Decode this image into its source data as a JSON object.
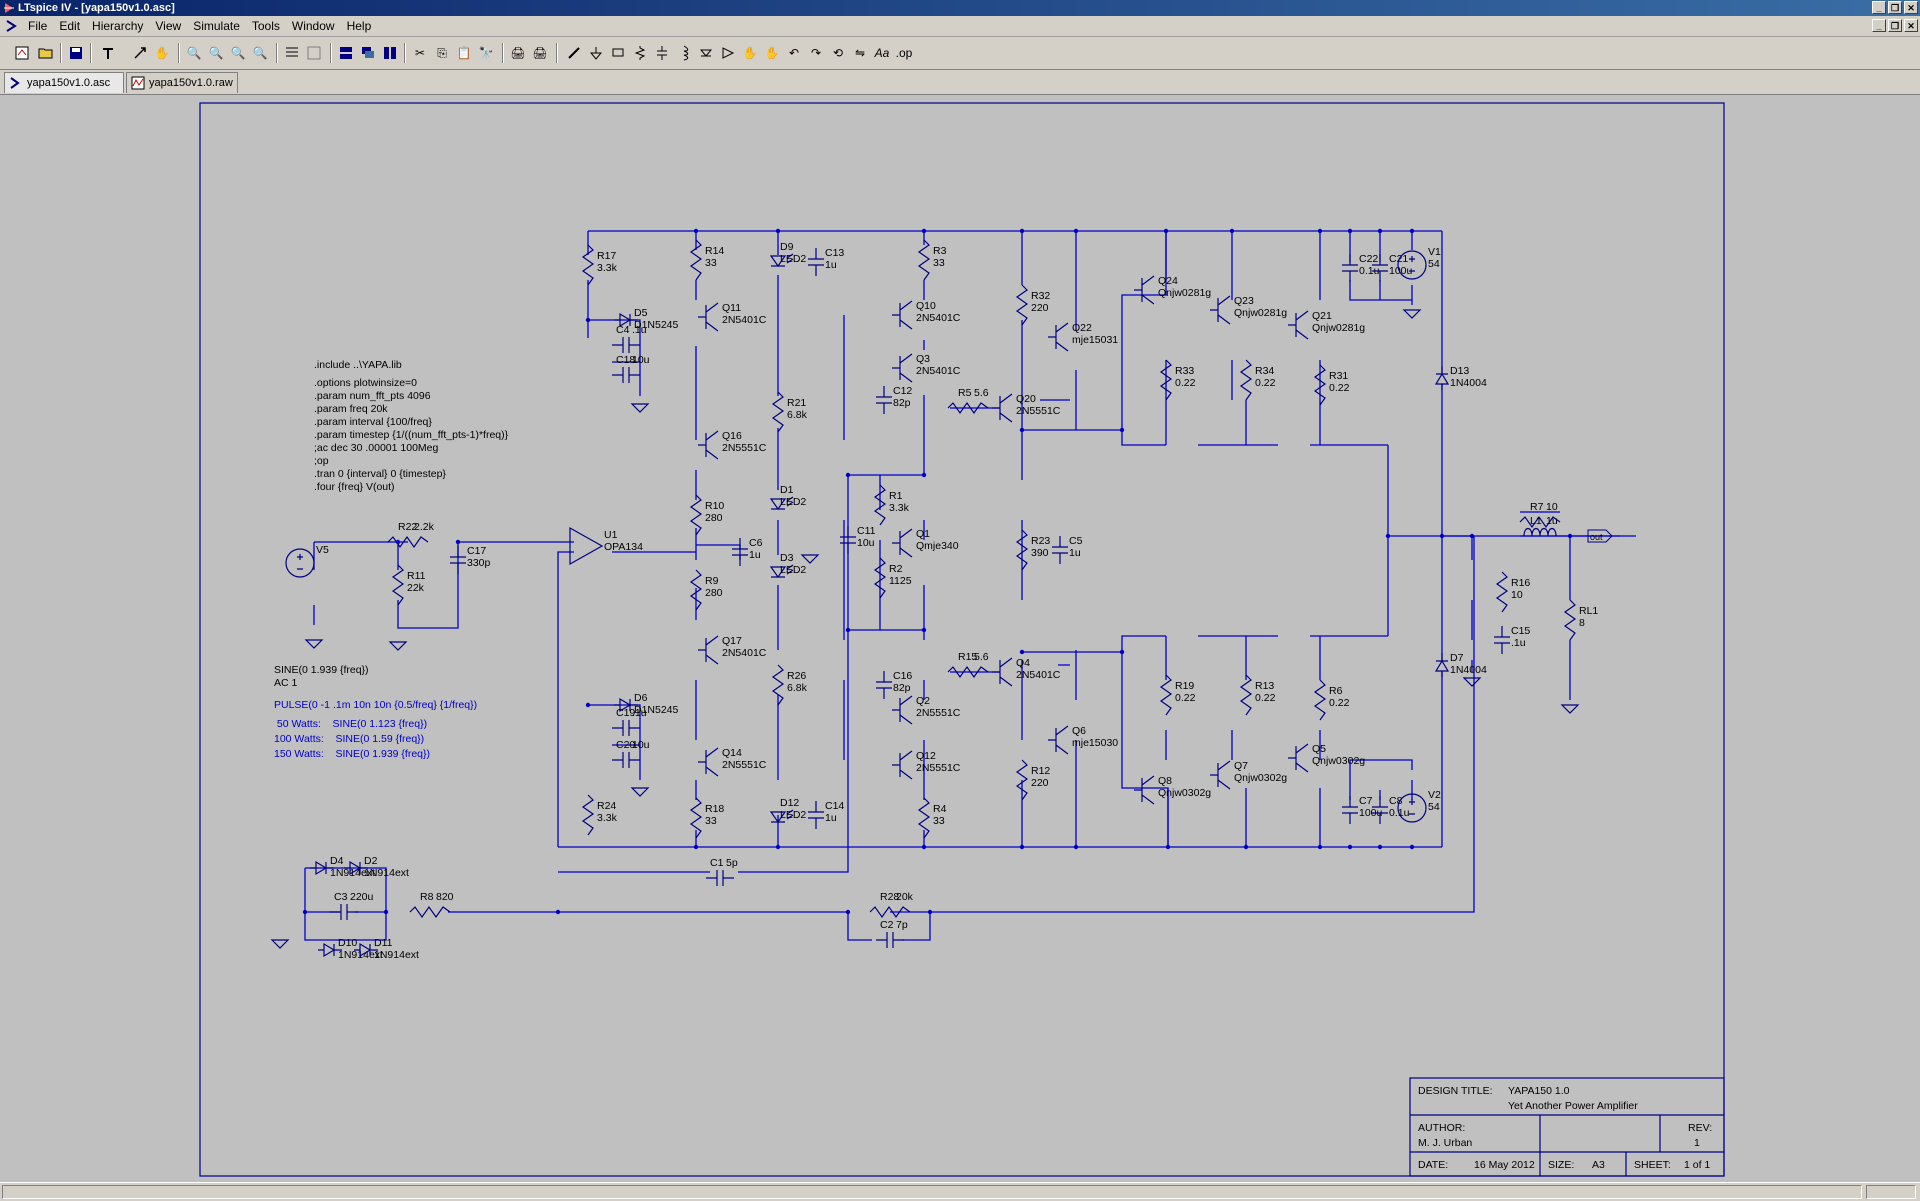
{
  "window": {
    "title": "LTspice IV - [yapa150v1.0.asc]",
    "controls": [
      "_",
      "❐",
      "✕"
    ]
  },
  "menubar": {
    "items": [
      "File",
      "Edit",
      "Hierarchy",
      "View",
      "Simulate",
      "Tools",
      "Window",
      "Help"
    ]
  },
  "tabs": [
    {
      "label": "yapa150v1.0.asc",
      "icon": "schematic-icon",
      "active": true
    },
    {
      "label": "yapa150v1.0.raw",
      "icon": "waveform-icon",
      "active": false
    }
  ],
  "colors": {
    "wire": "#0000c8",
    "component": "#000080",
    "background": "#c0c0c0",
    "frame": "#000080"
  },
  "directives": [
    ".include ..\\YAPA.lib",
    ".options plotwinsize=0",
    ".param num_fft_pts 4096",
    ".param freq 20k",
    ".param interval {100/freq}",
    ".param timestep {1/((num_fft_pts-1)*freq)}",
    ";ac dec 30 .00001 100Meg",
    ";op",
    ".tran 0 {interval} 0 {timestep}",
    ".four {freq} V(out)"
  ],
  "source_notes": [
    "SINE(0 1.939 {freq})",
    "AC 1"
  ],
  "comments": [
    "PULSE(0 -1 .1m 10n 10n {0.5/freq} {1/freq})",
    " 50 Watts:    SINE(0 1.123 {freq})",
    "100 Watts:    SINE(0 1.59 {freq})",
    "150 Watts:    SINE(0 1.939 {freq})"
  ],
  "components": [
    {
      "ref": "V5",
      "value": ""
    },
    {
      "ref": "R22",
      "value": "2.2k"
    },
    {
      "ref": "R11",
      "value": "22k"
    },
    {
      "ref": "C17",
      "value": "330p"
    },
    {
      "ref": "U1",
      "value": "OPA134"
    },
    {
      "ref": "R17",
      "value": "3.3k"
    },
    {
      "ref": "D5",
      "value": "D1N5245"
    },
    {
      "ref": "C4",
      "value": ".1u"
    },
    {
      "ref": "C18",
      "value": "10u"
    },
    {
      "ref": "R14",
      "value": "33"
    },
    {
      "ref": "Q11",
      "value": "2N5401C"
    },
    {
      "ref": "D9",
      "value": "LED2"
    },
    {
      "ref": "C13",
      "value": "1u"
    },
    {
      "ref": "R3",
      "value": "33"
    },
    {
      "ref": "Q10",
      "value": "2N5401C"
    },
    {
      "ref": "Q3",
      "value": "2N5401C"
    },
    {
      "ref": "C12",
      "value": "82p"
    },
    {
      "ref": "R21",
      "value": "6.8k"
    },
    {
      "ref": "Q16",
      "value": "2N5551C"
    },
    {
      "ref": "D1",
      "value": "LED2"
    },
    {
      "ref": "R10",
      "value": "280"
    },
    {
      "ref": "C6",
      "value": "1u"
    },
    {
      "ref": "D3",
      "value": "LED2"
    },
    {
      "ref": "R9",
      "value": "280"
    },
    {
      "ref": "Q17",
      "value": "2N5401C"
    },
    {
      "ref": "R1",
      "value": "3.3k"
    },
    {
      "ref": "C11",
      "value": "10u"
    },
    {
      "ref": "Q1",
      "value": "Qmje340"
    },
    {
      "ref": "R2",
      "value": "1125"
    },
    {
      "ref": "R26",
      "value": "6.8k"
    },
    {
      "ref": "D6",
      "value": "D1N5245"
    },
    {
      "ref": "C19",
      "value": ".1u"
    },
    {
      "ref": "C20",
      "value": "10u"
    },
    {
      "ref": "C16",
      "value": "82p"
    },
    {
      "ref": "Q2",
      "value": "2N5551C"
    },
    {
      "ref": "Q14",
      "value": "2N5551C"
    },
    {
      "ref": "Q12",
      "value": "2N5551C"
    },
    {
      "ref": "R24",
      "value": "3.3k"
    },
    {
      "ref": "R18",
      "value": "33"
    },
    {
      "ref": "D12",
      "value": "LED2"
    },
    {
      "ref": "C14",
      "value": "1u"
    },
    {
      "ref": "R4",
      "value": "33"
    },
    {
      "ref": "C1",
      "value": "5p"
    },
    {
      "ref": "R32",
      "value": "220"
    },
    {
      "ref": "Q22",
      "value": "mje15031"
    },
    {
      "ref": "R5",
      "value": "5.6"
    },
    {
      "ref": "Q20",
      "value": "2N5551C"
    },
    {
      "ref": "R23",
      "value": "390"
    },
    {
      "ref": "C5",
      "value": "1u"
    },
    {
      "ref": "R15",
      "value": "5.6"
    },
    {
      "ref": "Q4",
      "value": "2N5401C"
    },
    {
      "ref": "Q6",
      "value": "mje15030"
    },
    {
      "ref": "R12",
      "value": "220"
    },
    {
      "ref": "Q24",
      "value": "Qnjw0281g"
    },
    {
      "ref": "Q23",
      "value": "Qnjw0281g"
    },
    {
      "ref": "Q21",
      "value": "Qnjw0281g"
    },
    {
      "ref": "R33",
      "value": "0.22"
    },
    {
      "ref": "R34",
      "value": "0.22"
    },
    {
      "ref": "R31",
      "value": "0.22"
    },
    {
      "ref": "C22",
      "value": "0.1u"
    },
    {
      "ref": "C21",
      "value": "100u"
    },
    {
      "ref": "V1",
      "value": "54"
    },
    {
      "ref": "D13",
      "value": "1N4004"
    },
    {
      "ref": "R19",
      "value": "0.22"
    },
    {
      "ref": "R13",
      "value": "0.22"
    },
    {
      "ref": "R6",
      "value": "0.22"
    },
    {
      "ref": "Q8",
      "value": "Qnjw0302g"
    },
    {
      "ref": "Q7",
      "value": "Qnjw0302g"
    },
    {
      "ref": "Q5",
      "value": "Qnjw0302g"
    },
    {
      "ref": "C7",
      "value": "100u"
    },
    {
      "ref": "C8",
      "value": "0.1u"
    },
    {
      "ref": "V2",
      "value": "54"
    },
    {
      "ref": "D7",
      "value": "1N4004"
    },
    {
      "ref": "R7",
      "value": "10"
    },
    {
      "ref": "L1",
      "value": "1u"
    },
    {
      "ref": "R16",
      "value": "10"
    },
    {
      "ref": "C15",
      "value": ".1u"
    },
    {
      "ref": "RL1",
      "value": "8"
    },
    {
      "ref": "D4",
      "value": "1N914ext"
    },
    {
      "ref": "D2",
      "value": "1N914ext"
    },
    {
      "ref": "C3",
      "value": "220u"
    },
    {
      "ref": "R8",
      "value": "820"
    },
    {
      "ref": "D10",
      "value": "1N914ext"
    },
    {
      "ref": "D11",
      "value": "1N914ext"
    },
    {
      "ref": "R28",
      "value": "20k"
    },
    {
      "ref": "C2",
      "value": "7p"
    }
  ],
  "net_labels": {
    "out": "out"
  },
  "title_block": {
    "design_title_label": "DESIGN TITLE:",
    "design_title": "YAPA150 1.0",
    "design_subtitle": "Yet Another Power Amplifier",
    "author_label": "AUTHOR:",
    "author": "M. J. Urban",
    "rev_label": "REV:",
    "rev": "1",
    "date_label": "DATE:",
    "date": "16 May 2012",
    "size_label": "SIZE:",
    "size": "A3",
    "sheet_label": "SHEET:",
    "sheet": "1 of 1"
  }
}
